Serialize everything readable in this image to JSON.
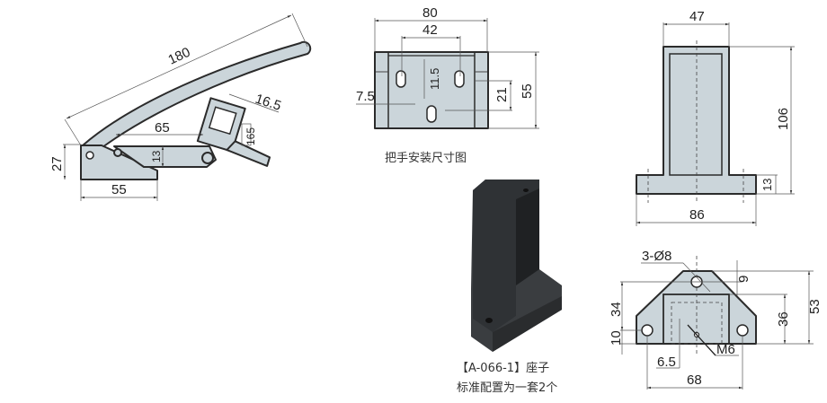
{
  "colors": {
    "part_fill": "#cbd5da",
    "outline": "#2b2b2b",
    "photo": "#3a3d40"
  },
  "latch_view": {
    "dims": {
      "length": "180",
      "link": "65",
      "link_thickness": "13",
      "base_height": "27",
      "base_width": "55",
      "hook_width": "16.5",
      "hook_inner": "165"
    }
  },
  "handle_mount_view": {
    "dims": {
      "width": "80",
      "hole_spacing": "42",
      "slot": "11.5",
      "edge_offset": "7.5",
      "vertical_offset": "21",
      "height": "55"
    },
    "caption": "把手安装尺寸图"
  },
  "photo": {
    "caption_line1": "【A-066-1】座子",
    "caption_line2": "标准配置为一套2个"
  },
  "front_view": {
    "dims": {
      "top_width": "47",
      "height": "106",
      "base_thickness": "13",
      "base_width": "86"
    }
  },
  "top_view": {
    "dims": {
      "holes": "3-Ø8",
      "top_offset": "9",
      "total_depth": "53",
      "inner_depth": "36",
      "hole_row": "34",
      "hole_offset": "10",
      "thread_offset": "6.5",
      "thread": "M6",
      "hole_spacing": "68"
    }
  }
}
